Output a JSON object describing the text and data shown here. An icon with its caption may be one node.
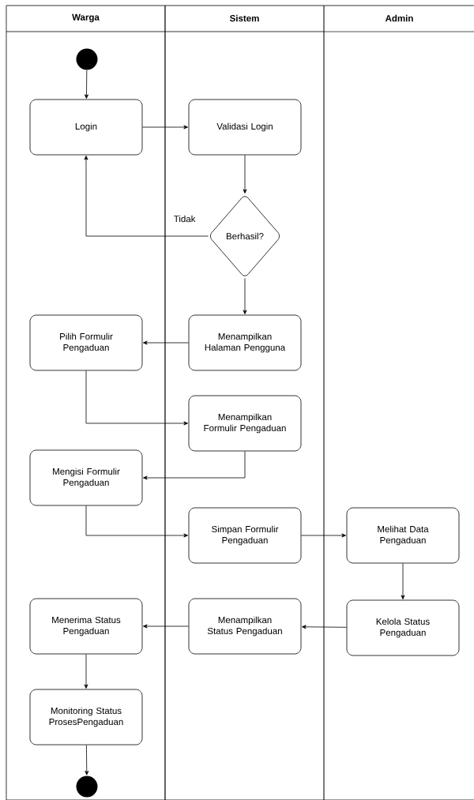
{
  "diagram": {
    "nodes": [
      {
        "text": [
          "Warga"
        ]
      },
      {
        "text": [
          "Sistem"
        ]
      },
      {
        "text": [
          "Admin"
        ]
      },
      {
        "text": [],
        "shape": "circle",
        "in": 0
      },
      {
        "text": [
          "Login"
        ],
        "in": 0
      },
      {
        "text": [
          "Validasi Login"
        ],
        "in": 1
      },
      {
        "text": [
          "Berhasil?"
        ],
        "in": 1
      },
      {
        "text": [
          "Pilih Formulir Pengaduan"
        ],
        "in": 0
      },
      {
        "text": [
          "Menampilkan Halaman Pengguna"
        ],
        "in": 1
      },
      {
        "text": [
          "Menampilkan Formulir Pengaduan"
        ],
        "in": 1
      },
      {
        "text": [
          "Mengisi Formulir Pengaduan"
        ],
        "in": 0
      },
      {
        "text": [
          "Simpan Formulir Pengaduan"
        ],
        "in": 1
      },
      {
        "text": [
          "Melihat Data Pengaduan"
        ],
        "in": 2
      },
      {
        "text": [
          "Kelola Status Pengaduan"
        ],
        "in": 2
      },
      {
        "text": [
          "Menampilkan Status Pengaduan"
        ],
        "in": 1
      },
      {
        "text": [
          "Menerima Status Pengaduan"
        ],
        "in": 0
      },
      {
        "text": [
          "Monitoring Status ProsesPengaduan"
        ],
        "in": 0
      },
      {
        "text": [],
        "shape": "circle",
        "in": 0
      }
    ],
    "edges": [
      {
        "from": 3,
        "to": 4,
        "arrow": "to"
      },
      {
        "from": 4,
        "to": 5,
        "arrow": "to"
      },
      {
        "from": 5,
        "to": 6,
        "arrow": "to"
      },
      {
        "from": 6,
        "to": 4,
        "arrow": "to",
        "label": "Tidak"
      },
      {
        "from": 6,
        "to": 8,
        "arrow": "to"
      },
      {
        "from": 8,
        "to": 7,
        "arrow": "to"
      },
      {
        "from": 7,
        "to": 9,
        "arrow": "to"
      },
      {
        "from": 9,
        "to": 10,
        "arrow": "to"
      },
      {
        "from": 10,
        "to": 11,
        "arrow": "to"
      },
      {
        "from": 11,
        "to": 12,
        "arrow": "to"
      },
      {
        "from": 12,
        "to": 13,
        "arrow": "to"
      },
      {
        "from": 13,
        "to": 14,
        "arrow": "to"
      },
      {
        "from": 14,
        "to": 15,
        "arrow": "to"
      },
      {
        "from": 15,
        "to": 16,
        "arrow": "to"
      },
      {
        "from": 16,
        "to": 17,
        "arrow": "to"
      }
    ]
  }
}
